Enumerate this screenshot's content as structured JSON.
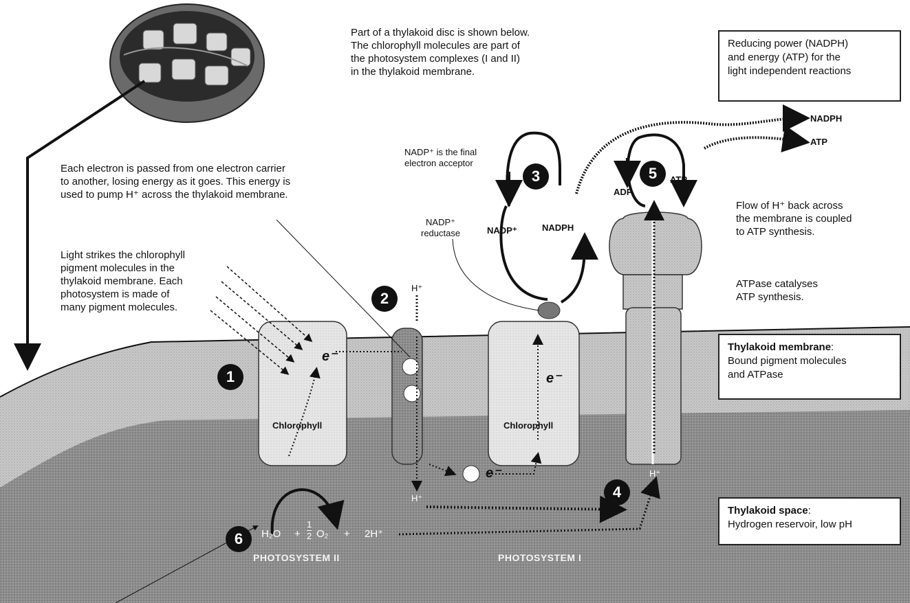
{
  "intro": {
    "line1": "Part of a thylakoid disc is shown below.",
    "line2": "The chlorophyll molecules are part of",
    "line3": "the photosystem complexes (I and II)",
    "line4": "in the thylakoid membrane."
  },
  "output_box": {
    "line1": "Reducing power (NADPH)",
    "line2": "and energy (ATP) for the",
    "line3": "light independent reactions"
  },
  "products": {
    "nadph": "NADPH",
    "atp": "ATP"
  },
  "electron_text": {
    "line1": "Each electron is passed from one electron carrier",
    "line2": "to another, losing energy as it goes. This energy is",
    "line3": "used to pump H⁺ across the thylakoid membrane."
  },
  "nadp_final": {
    "line1": "NADP⁺ is the final",
    "line2": "electron acceptor"
  },
  "nadp_reductase": {
    "line1": "NADP⁺",
    "line2": "reductase"
  },
  "cycle3": {
    "nadp": "NADP⁺",
    "nadph": "NADPH"
  },
  "cycle5": {
    "adp": "ADP",
    "atp": "ATP"
  },
  "flow_text": {
    "line1": "Flow of H⁺ back across",
    "line2": "the membrane is coupled",
    "line3": "to ATP synthesis."
  },
  "atpase_text": {
    "line1": "ATPase catalyses",
    "line2": "ATP synthesis."
  },
  "light_text": {
    "line1": "Light strikes the chlorophyll",
    "line2": "pigment molecules in the",
    "line3": "thylakoid membrane. Each",
    "line4": "photosystem is made of",
    "line5": "many pigment molecules."
  },
  "membrane_box": {
    "title": "Thylakoid membrane",
    "line1": "Bound pigment molecules",
    "line2": "and ATPase"
  },
  "space_box": {
    "title": "Thylakoid space",
    "line1": "Hydrogen reservoir, low pH"
  },
  "labels": {
    "chlorophyll": "Chlorophyll",
    "electron": "e⁻",
    "h_plus": "H⁺",
    "h_plus_low": "H⁺",
    "h2o": "H₂O",
    "half": "1",
    "half_den": "2",
    "o2": "O₂",
    "two_h": "2H⁺",
    "plus1": "+",
    "plus2": "+",
    "ps2": "PHOTOSYSTEM II",
    "ps1": "PHOTOSYSTEM I"
  },
  "steps": [
    "1",
    "2",
    "3",
    "4",
    "5",
    "6"
  ]
}
